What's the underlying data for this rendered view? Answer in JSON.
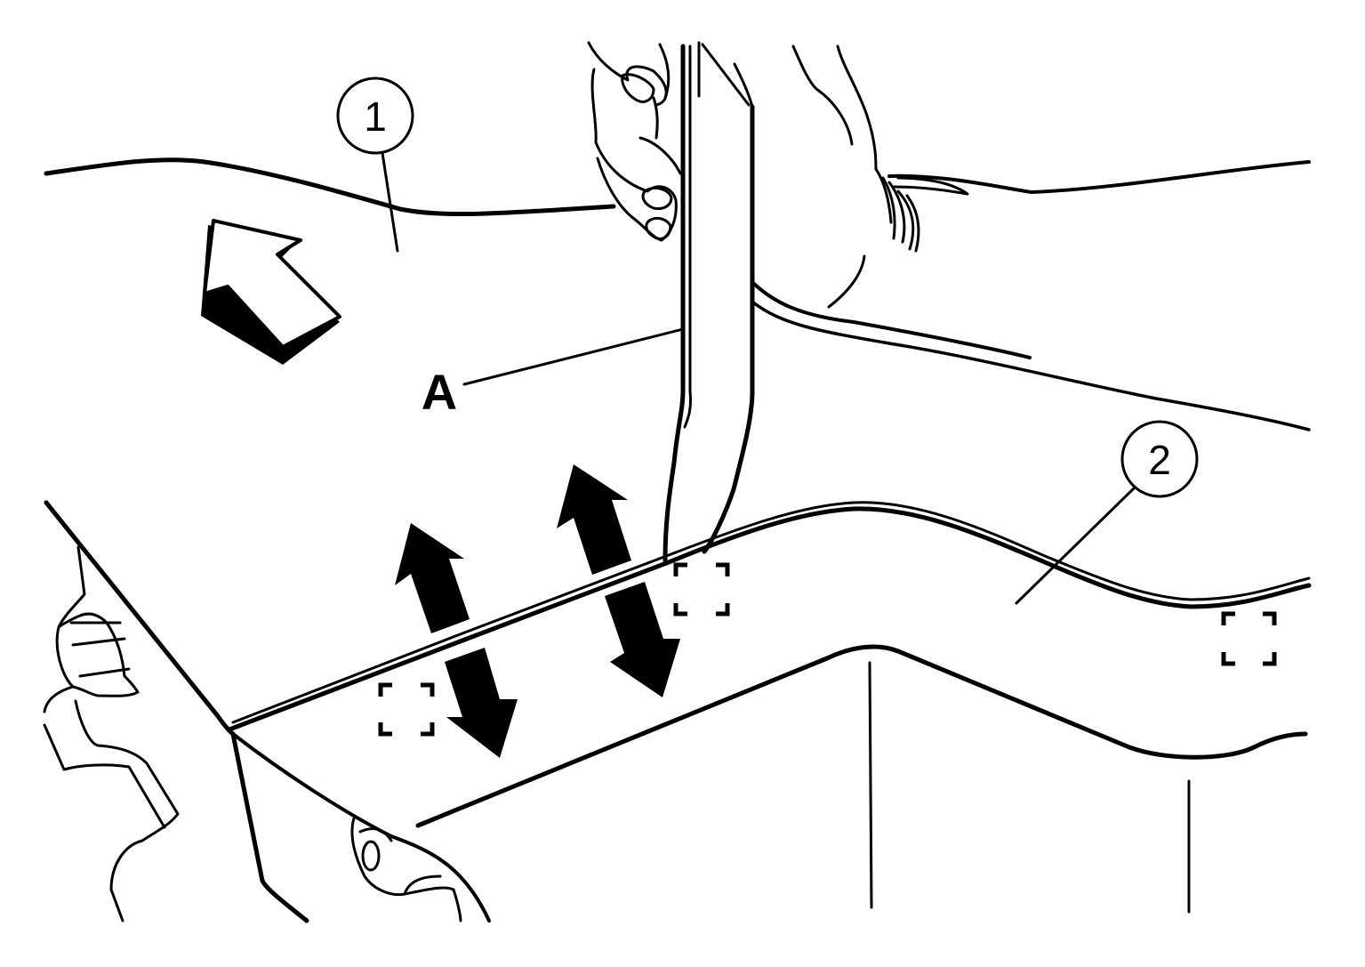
{
  "diagram": {
    "callouts": [
      {
        "id": "callout-1",
        "text": "1"
      },
      {
        "id": "callout-2",
        "text": "2"
      }
    ],
    "labels": [
      {
        "id": "label-a",
        "text": "A"
      }
    ],
    "colors": {
      "ink": "#000000",
      "paper": "#ffffff"
    },
    "icons": [
      "direction-arrow-icon",
      "double-arrow-icon",
      "clip-location-icon"
    ]
  }
}
